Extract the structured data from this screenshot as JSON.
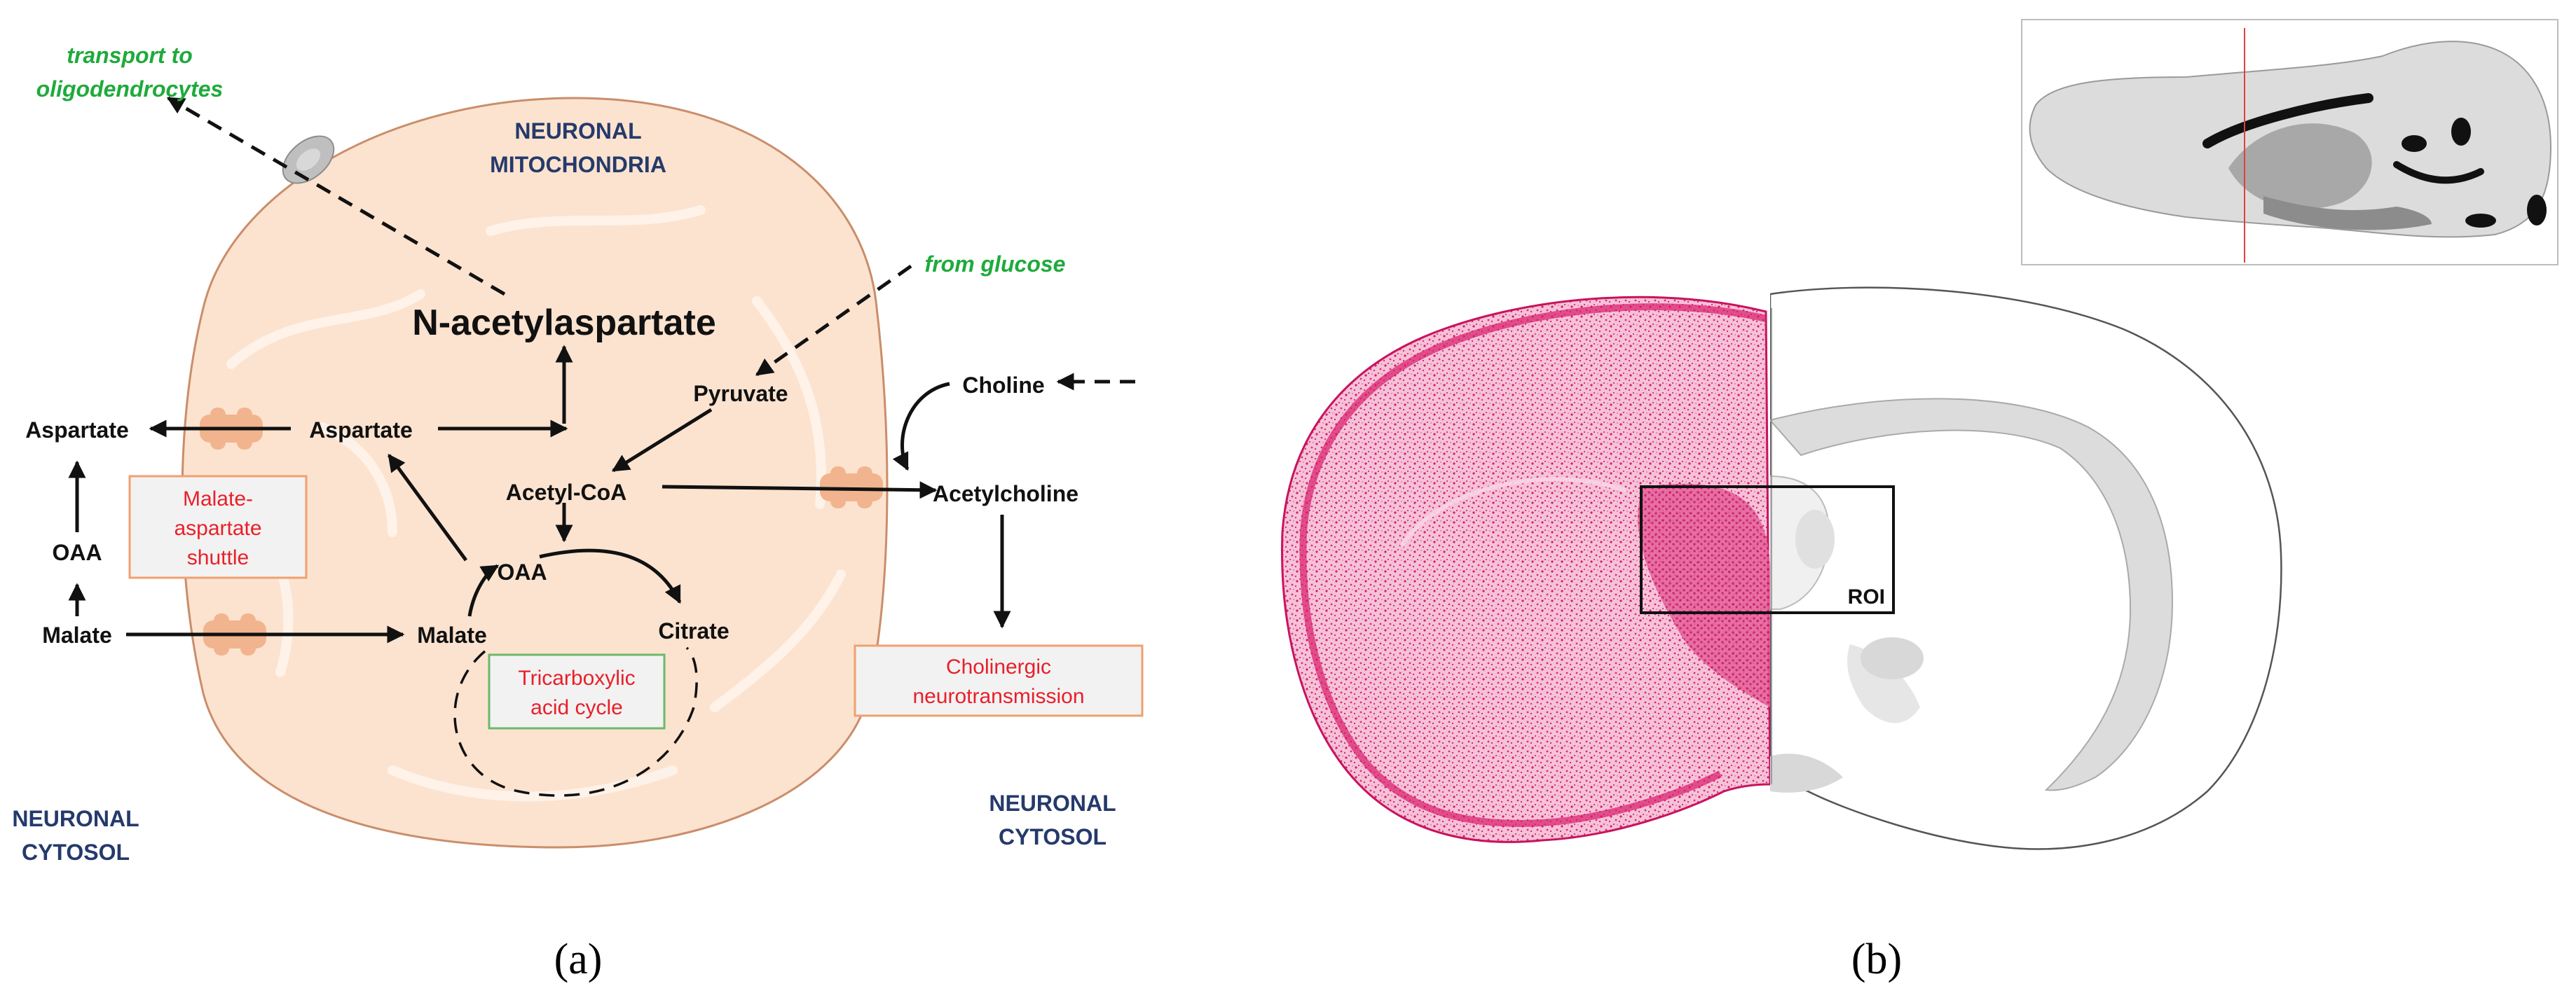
{
  "panel_a": {
    "compartments": {
      "mitochondria_line1": "NEURONAL",
      "mitochondria_line2": "MITOCHONDRIA",
      "cytosol_left_line1": "NEURONAL",
      "cytosol_left_line2": "CYTOSOL",
      "cytosol_right_line1": "NEURONAL",
      "cytosol_right_line2": "CYTOSOL"
    },
    "metabolites": {
      "naa": "N-acetylaspartate",
      "aspartate_inner": "Aspartate",
      "aspartate_outer": "Aspartate",
      "pyruvate": "Pyruvate",
      "acetyl_coa": "Acetyl-CoA",
      "oaa_inner": "OAA",
      "oaa_outer": "OAA",
      "malate_inner": "Malate",
      "malate_outer": "Malate",
      "citrate": "Citrate",
      "choline": "Choline",
      "acetylcholine": "Acetylcholine"
    },
    "external_sources": {
      "transport_line1": "transport to",
      "transport_line2": "oligodendrocytes",
      "from_glucose": "from glucose"
    },
    "process_boxes": {
      "shuttle_line1": "Malate-",
      "shuttle_line2": "aspartate",
      "shuttle_line3": "shuttle",
      "tca_line1": "Tricarboxylic",
      "tca_line2": "acid cycle",
      "cholinergic_line1": "Cholinergic",
      "cholinergic_line2": "neurotransmission"
    },
    "caption": "(a)",
    "colors": {
      "mitochondrion_fill": "#fce3cf",
      "transporter": "#f2b48e",
      "source_text": "#1faa3c",
      "process_text": "#e8202a",
      "compartment_text": "#253a6b"
    }
  },
  "panel_b": {
    "roi_label": "ROI",
    "caption": "(b)",
    "colors": {
      "nissl_stain": "#e0287a",
      "atlas_fill": "#dcdcdc",
      "inset_marker": "#e04040"
    }
  }
}
